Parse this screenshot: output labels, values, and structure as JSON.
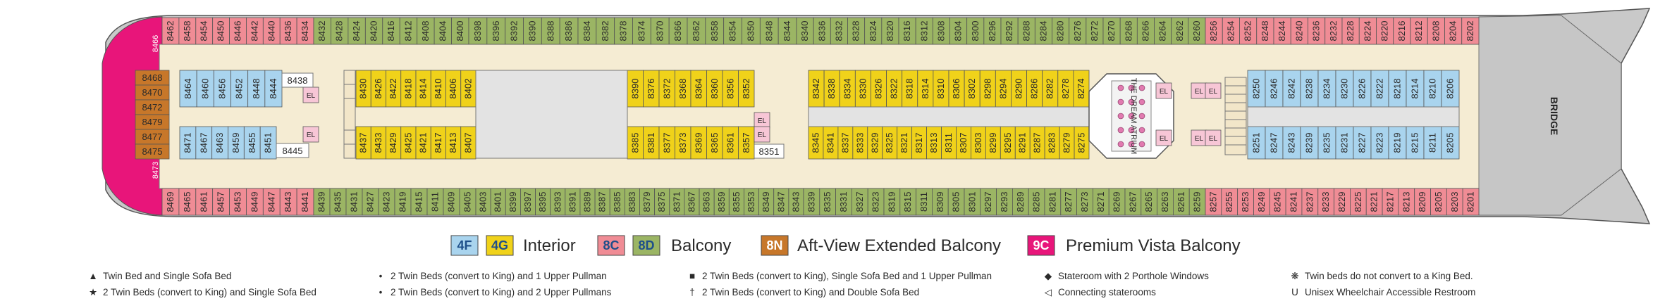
{
  "colors": {
    "balcony": "#9bb564",
    "interior": "#f0d21a",
    "oceanview": "#f08c95",
    "inside_4f": "#a9d4ee",
    "aft_ext": "#c7772a",
    "vista": "#e8157a",
    "hull": "#c9c9c9",
    "deck": "#f5ecd3",
    "corridor_light": "#f2e6c9"
  },
  "labels": {
    "bridge": "BRIDGE",
    "atrium": "THE DREAM ATRIUM",
    "el": "EL",
    "cab_8351": "8351",
    "cab_8445": "8445",
    "cab_8438": "8438"
  },
  "top_outer": {
    "left_red": [
      "8462",
      "8458",
      "8454",
      "8450",
      "8446",
      "8442",
      "8440",
      "8436",
      "8434"
    ],
    "left_green": [
      "8432",
      "8428",
      "8424",
      "8420",
      "8416",
      "8412",
      "8408",
      "8404",
      "8400"
    ],
    "mid_green": [
      "8398",
      "8396",
      "8392",
      "8390",
      "8388",
      "8386",
      "8384",
      "8382",
      "8378",
      "8374",
      "8370",
      "8366",
      "8362",
      "8358",
      "8354",
      "8350",
      "8348",
      "8344"
    ],
    "fwd_green": [
      "8340",
      "8336",
      "8332",
      "8328",
      "8324",
      "8320",
      "8316",
      "8312",
      "8308",
      "8304",
      "8300",
      "8296",
      "8292",
      "8288",
      "8284",
      "8280",
      "8276",
      "8272",
      "8270",
      "8268",
      "8266",
      "8264",
      "8262",
      "8260"
    ],
    "fwd_red": [
      "8256",
      "8254",
      "8252",
      "8248",
      "8244",
      "8240",
      "8236",
      "8232",
      "8228",
      "8224",
      "8220",
      "8216",
      "8212",
      "8208",
      "8204",
      "8202"
    ]
  },
  "bottom_outer": {
    "left_red": [
      "8469",
      "8465",
      "8461",
      "8457",
      "8453",
      "8449",
      "8447",
      "8443",
      "8441"
    ],
    "left_green": [
      "8439",
      "8435",
      "8431",
      "8427",
      "8423",
      "8419",
      "8415",
      "8411",
      "8409",
      "8405"
    ],
    "mid_green": [
      "8403",
      "8401",
      "8399",
      "8397",
      "8395",
      "8393",
      "8391",
      "8389",
      "8387",
      "8385",
      "8383",
      "8379",
      "8375",
      "8371",
      "8367",
      "8363",
      "8359",
      "8355",
      "8353",
      "8349",
      "8347",
      "8343"
    ],
    "fwd_green": [
      "8339",
      "8335",
      "8331",
      "8327",
      "8323",
      "8319",
      "8315",
      "8311",
      "8309",
      "8305",
      "8301",
      "8297",
      "8293",
      "8289",
      "8285",
      "8281",
      "8277",
      "8273",
      "8271",
      "8269",
      "8267",
      "8265",
      "8263",
      "8261",
      "8259"
    ],
    "fwd_red": [
      "8257",
      "8255",
      "8253",
      "8249",
      "8245",
      "8241",
      "8237",
      "8233",
      "8229",
      "8225",
      "8221",
      "8217",
      "8213",
      "8209",
      "8205",
      "8203",
      "8201"
    ]
  },
  "inner_top": {
    "aft_blue": [
      "8464",
      "8460",
      "8456",
      "8452",
      "8448",
      "8444"
    ],
    "aft_yellow": [
      "8430",
      "8426",
      "8422",
      "8418",
      "8414",
      "8410",
      "8406",
      "8402"
    ],
    "mid_yellow": [
      "8390",
      "8376",
      "8372",
      "8368",
      "8364",
      "8360",
      "8356",
      "8352"
    ],
    "fwd_yellow": [
      "8342",
      "8338",
      "8334",
      "8330",
      "8326",
      "8322",
      "8318",
      "8314",
      "8310",
      "8306",
      "8302",
      "8298",
      "8294",
      "8290",
      "8286",
      "8282",
      "8278",
      "8274"
    ],
    "fwd_blue": [
      "8250",
      "8246",
      "8242",
      "8238",
      "8234",
      "8230",
      "8226",
      "8222",
      "8218",
      "8214",
      "8210",
      "8206"
    ]
  },
  "inner_bottom": {
    "aft_blue": [
      "8471",
      "8467",
      "8463",
      "8459",
      "8455",
      "8451"
    ],
    "aft_yellow": [
      "8437",
      "8433",
      "8429",
      "8425",
      "8421",
      "8417",
      "8413",
      "8407"
    ],
    "mid_yellow": [
      "8385",
      "8381",
      "8377",
      "8373",
      "8369",
      "8365",
      "8361",
      "8357"
    ],
    "fwd_yellow": [
      "8345",
      "8341",
      "8337",
      "8333",
      "8329",
      "8325",
      "8321",
      "8317",
      "8313",
      "8311",
      "8307",
      "8303",
      "8299",
      "8295",
      "8291",
      "8287",
      "8283",
      "8279",
      "8275"
    ],
    "fwd_blue": [
      "8251",
      "8247",
      "8243",
      "8239",
      "8235",
      "8231",
      "8227",
      "8223",
      "8219",
      "8215",
      "8211",
      "8205"
    ]
  },
  "aft_ext": [
    "8468",
    "8470",
    "8472",
    "8479",
    "8477",
    "8475"
  ],
  "vista": [
    "8466",
    "8473"
  ],
  "legend": [
    {
      "code": "4F",
      "label": "",
      "color_key": "inside_4f"
    },
    {
      "code": "4G",
      "label": "Interior",
      "color_key": "interior"
    },
    {
      "code": "8C",
      "label": "",
      "color_key": "oceanview"
    },
    {
      "code": "8D",
      "label": "Balcony",
      "color_key": "balcony"
    },
    {
      "code": "8N",
      "label": "Aft-View Extended Balcony",
      "color_key": "aft_ext"
    },
    {
      "code": "9C",
      "label": "Premium Vista Balcony",
      "color_key": "vista"
    }
  ],
  "key": [
    {
      "sym": "▲",
      "text": "Twin Bed and Single Sofa Bed"
    },
    {
      "sym": "★",
      "text": "2 Twin Beds (convert to King) and Single Sofa Bed"
    },
    {
      "sym": "•",
      "text": "2 Twin Beds (convert to King) and 1 Upper Pullman"
    },
    {
      "sym": "•",
      "text": "2 Twin Beds (convert to King) and 2 Upper Pullmans"
    },
    {
      "sym": "■",
      "text": "2 Twin Beds (convert to King), Single Sofa Bed and 1 Upper Pullman"
    },
    {
      "sym": "†",
      "text": "2 Twin Beds (convert to King) and Double Sofa Bed"
    },
    {
      "sym": "◆",
      "text": "Stateroom with 2 Porthole Windows"
    },
    {
      "sym": "◁",
      "text": "Connecting staterooms"
    },
    {
      "sym": "❋",
      "text": "Twin beds do not convert to a King Bed."
    },
    {
      "sym": "U",
      "text": "Unisex Wheelchair Accessible Restroom"
    }
  ]
}
